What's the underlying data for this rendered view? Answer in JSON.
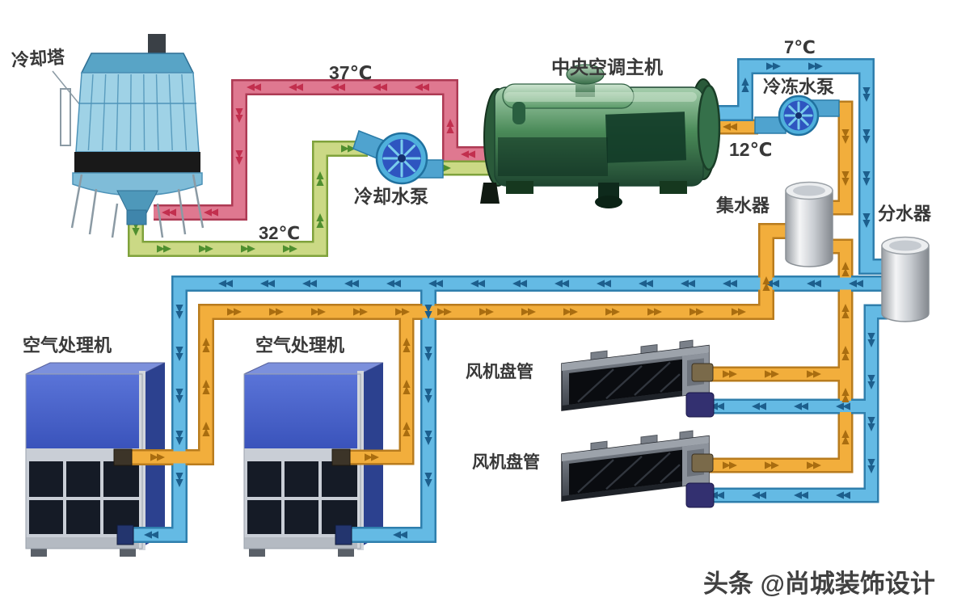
{
  "diagram": {
    "equipment": {
      "cooling_tower": "冷却塔",
      "central_ac_unit": "中央空调主机",
      "chilled_water_pump": "冷冻水泵",
      "cooling_water_pump": "冷却水泵",
      "collector": "集水器",
      "distributor": "分水器",
      "air_handling_unit_1": "空气处理机",
      "air_handling_unit_2": "空气处理机",
      "fan_coil_1": "风机盘管",
      "fan_coil_2": "风机盘管"
    },
    "temperatures": {
      "cooling_return": "37℃",
      "cooling_supply": "32℃",
      "chilled_supply": "7℃",
      "chilled_return": "12℃"
    },
    "watermark": "头条 @尚城装饰设计"
  },
  "colors": {
    "background": "#ffffff",
    "label_text": "#383838",
    "chiller_green": "#3f7f52",
    "ahu_blue": "#4258be",
    "tower_blue": "#9fd2e6",
    "tank_steel": "#c9cdd2",
    "pipes": {
      "red": {
        "fill": "#df7890",
        "border": "#ad3a54",
        "arrow": "#c22f4e"
      },
      "green": {
        "fill": "#cbd985",
        "border": "#7fa23c",
        "arrow": "#4f8f2f"
      },
      "blue": {
        "fill": "#64bae4",
        "border": "#2f7fad",
        "arrow": "#1d5f8d"
      },
      "orange": {
        "fill": "#f2ae3c",
        "border": "#b97c1e",
        "arrow": "#a96d10"
      }
    }
  }
}
